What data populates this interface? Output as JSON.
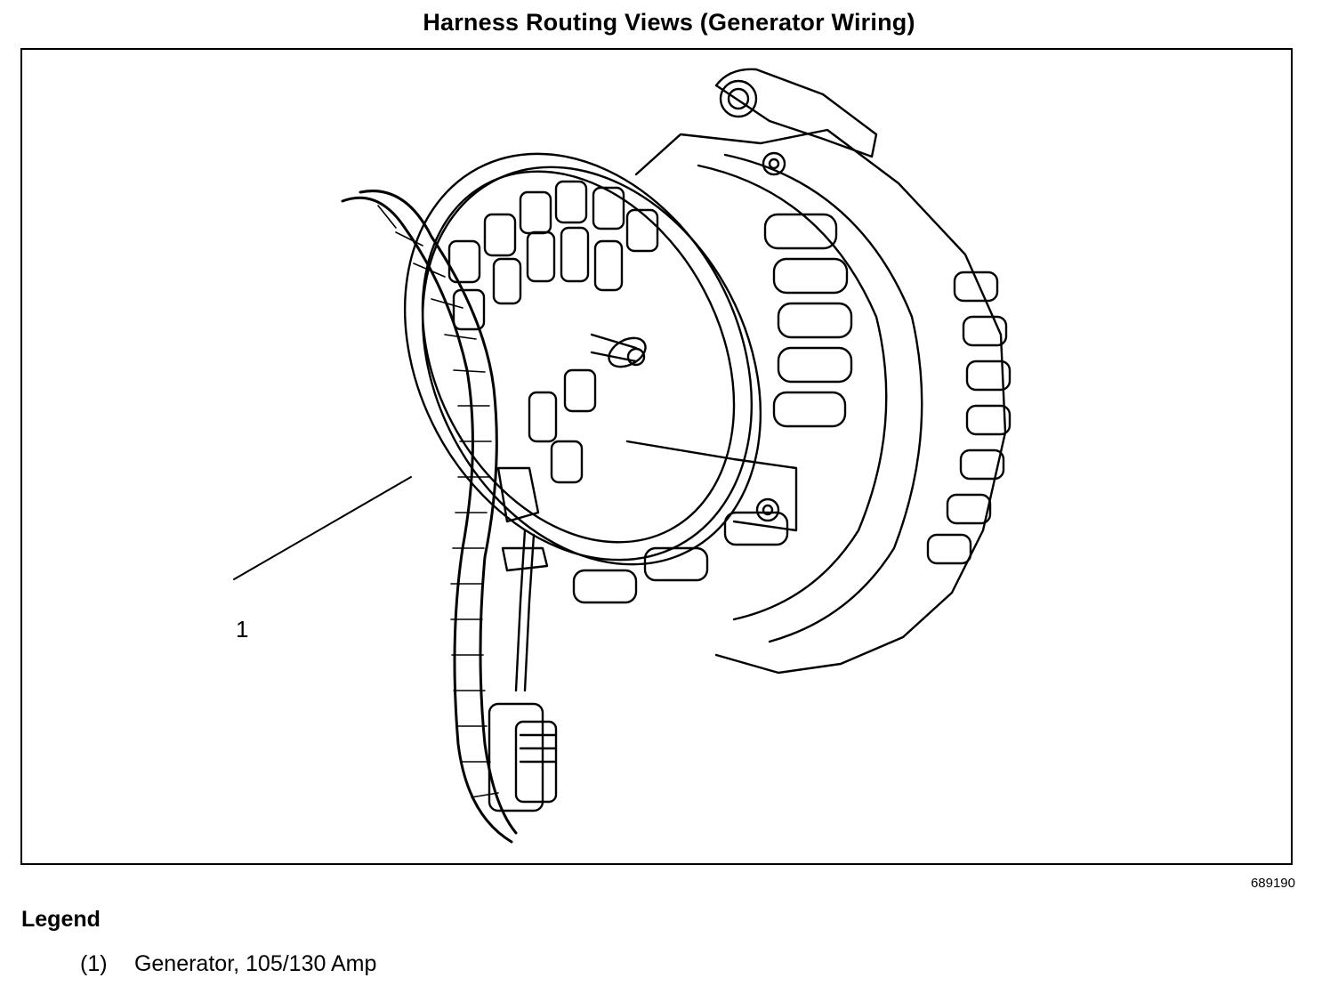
{
  "title": "Harness Routing Views (Generator Wiring)",
  "diagram": {
    "callouts": [
      {
        "number": "1",
        "target": "generator"
      }
    ],
    "parts": [
      "generator",
      "wiring-harness",
      "harness-connector"
    ]
  },
  "figure_id": "689190",
  "legend": {
    "heading": "Legend",
    "items": [
      {
        "number": "(1)",
        "label": "Generator, 105/130 Amp"
      }
    ]
  }
}
